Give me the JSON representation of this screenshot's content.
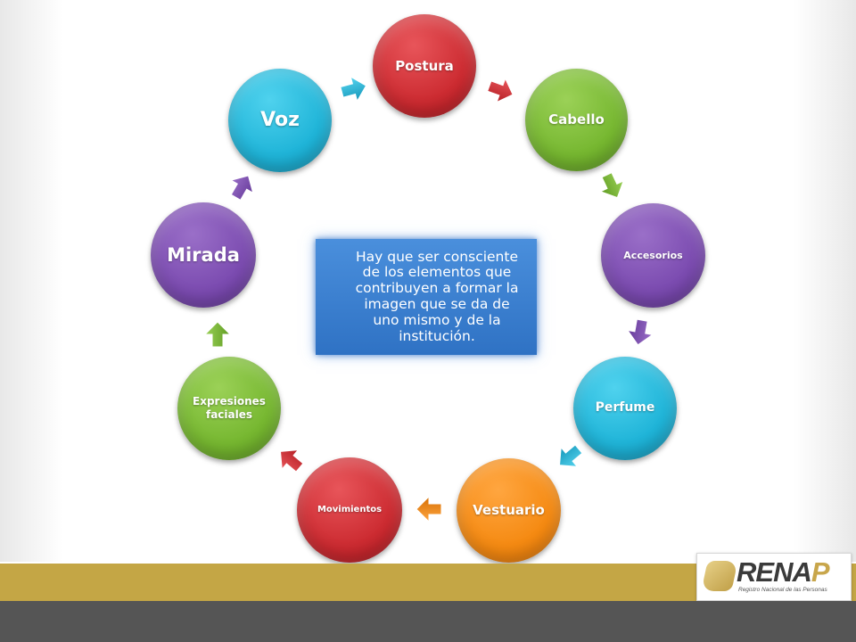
{
  "diagram": {
    "nodes": [
      {
        "id": "postura",
        "label": "Postura",
        "color": "red"
      },
      {
        "id": "cabello",
        "label": "Cabello",
        "color": "green"
      },
      {
        "id": "accesorios",
        "label": "Accesorios",
        "color": "purple"
      },
      {
        "id": "perfume",
        "label": "Perfume",
        "color": "cyan"
      },
      {
        "id": "vestuario",
        "label": "Vestuario",
        "color": "orange"
      },
      {
        "id": "movimientos",
        "label": "Movimientos",
        "color": "red"
      },
      {
        "id": "expresiones",
        "label": "Expresiones faciales",
        "color": "green"
      },
      {
        "id": "mirada",
        "label": "Mirada",
        "color": "purple"
      },
      {
        "id": "voz",
        "label": "Voz",
        "color": "cyan"
      }
    ],
    "center_text": "Hay que ser consciente de los elementos que contribuyen a formar la imagen que se da de uno mismo y de la institución.",
    "colors": {
      "red": "#cc2b31",
      "green": "#76b730",
      "purple": "#7b4bb0",
      "cyan": "#1fb4d8",
      "orange": "#f58a12",
      "center_box": "#3a80d0",
      "footer_gold": "#c4a645",
      "footer_gray": "#555555"
    }
  },
  "logo": {
    "word_main": "RENA",
    "word_accent": "P",
    "subtitle": "Registro Nacional de las Personas"
  }
}
